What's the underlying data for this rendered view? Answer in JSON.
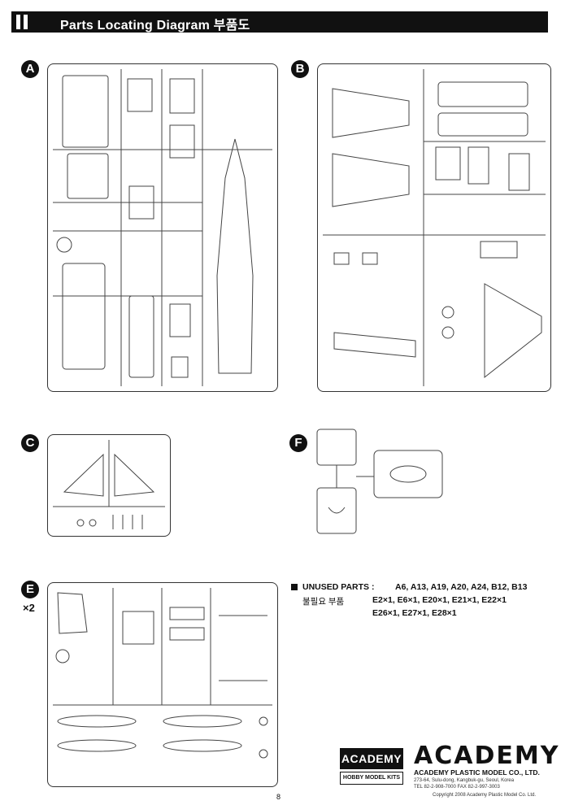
{
  "header": {
    "title": "Parts Locating Diagram 부품도"
  },
  "sprues": {
    "a": {
      "label": "A"
    },
    "b": {
      "label": "B"
    },
    "c": {
      "label": "C"
    },
    "f": {
      "label": "F"
    },
    "e": {
      "label": "E",
      "multiplier": "×2"
    }
  },
  "unused": {
    "title": "UNUSED PARTS :",
    "subtitle": "불필요 부품",
    "line1": "A6, A13, A19, A20, A24, B12, B13",
    "line2": "E2×1, E6×1, E20×1, E21×1, E22×1",
    "line3": "E26×1, E27×1, E28×1"
  },
  "logo": {
    "name": "ACADEMY",
    "tagline": "HOBBY MODEL KITS"
  },
  "brand": {
    "wordmark": "ACADEMY",
    "company": "ACADEMY PLASTIC MODEL CO., LTD.",
    "address": "273-64, Sulu-dong, Kangbuk-gu, Seoul, Korea",
    "phone": "TEL 82-2-908-7000 FAX 82-2-997-3003"
  },
  "footer": {
    "page": "8",
    "copyright": "Copyright 2008 Academy Plastic Model Co. Ltd."
  }
}
